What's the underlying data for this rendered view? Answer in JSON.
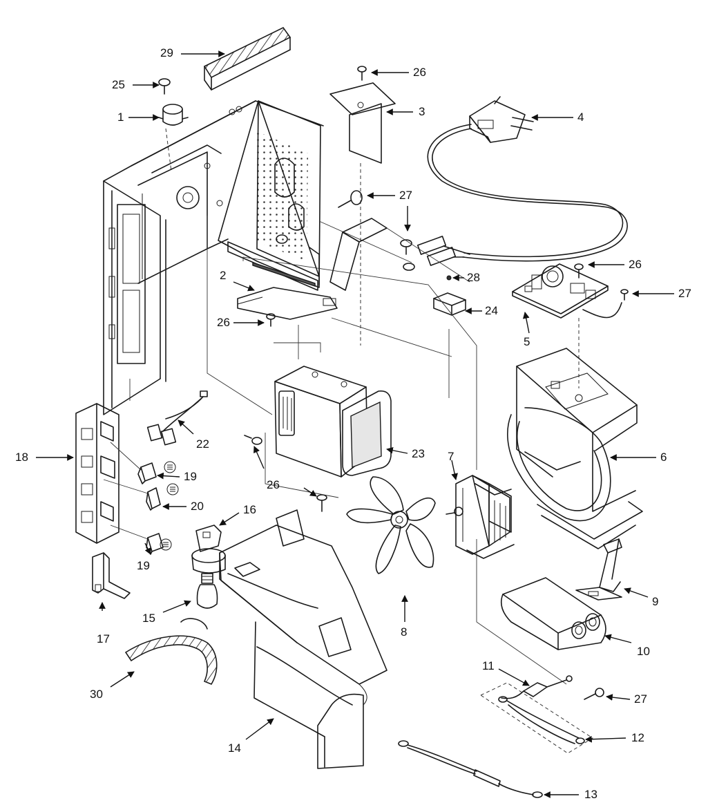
{
  "labels": {
    "p1": "1",
    "p2": "2",
    "p3": "3",
    "p4": "4",
    "p5": "5",
    "p6": "6",
    "p7": "7",
    "p8": "8",
    "p9": "9",
    "p10": "10",
    "p11": "11",
    "p12": "12",
    "p13": "13",
    "p14": "14",
    "p15": "15",
    "p16": "16",
    "p17": "17",
    "p18": "18",
    "p19a": "19",
    "p19b": "19",
    "p20": "20",
    "p22": "22",
    "p23": "23",
    "p24": "24",
    "p25": "25",
    "p26a": "26",
    "p26b": "26",
    "p26c": "26",
    "p26d": "26",
    "p27a": "27",
    "p27b": "27",
    "p27c": "27",
    "p28": "28",
    "p29": "29",
    "p30": "30"
  }
}
